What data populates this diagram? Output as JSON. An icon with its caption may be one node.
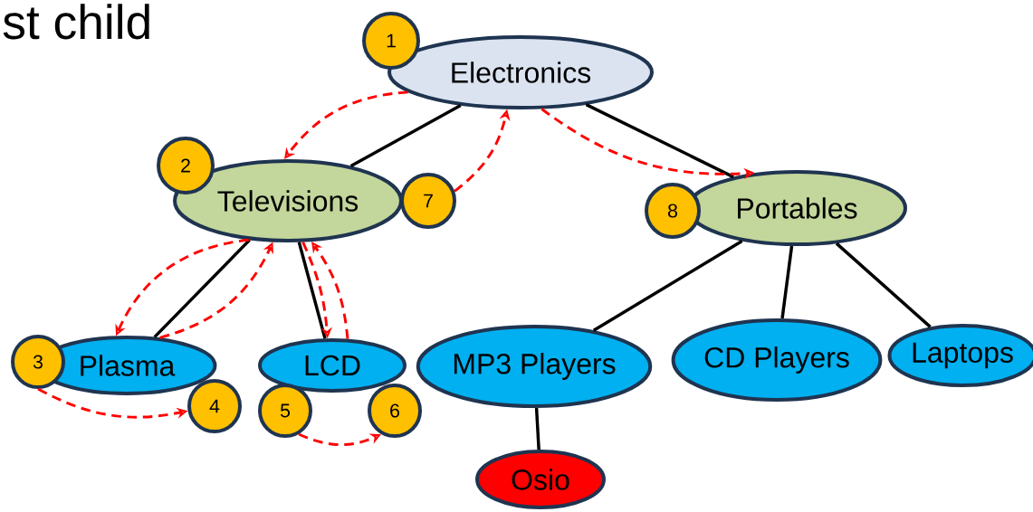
{
  "diagram": {
    "nodes": [
      {
        "text": [
          "Electronics"
        ]
      },
      {
        "text": [
          "Televisions"
        ]
      },
      {
        "text": [
          "Portables"
        ]
      },
      {
        "text": [
          "Plasma"
        ]
      },
      {
        "text": [
          "LCD"
        ]
      },
      {
        "text": [
          "MP3 Players"
        ]
      },
      {
        "text": [
          "CD Players"
        ]
      },
      {
        "text": [
          "Laptops"
        ]
      },
      {
        "text": [
          "Osio"
        ]
      },
      {
        "text": [
          "1"
        ]
      },
      {
        "text": [
          "2"
        ]
      },
      {
        "text": [
          "3"
        ]
      },
      {
        "text": [
          "4"
        ]
      },
      {
        "text": [
          "5"
        ]
      },
      {
        "text": [
          "6"
        ]
      },
      {
        "text": [
          "7"
        ]
      },
      {
        "text": [
          "8"
        ]
      }
    ],
    "edges": [
      {
        "from": 0,
        "to": 1,
        "arrow": "none",
        "color": "#000000"
      },
      {
        "from": 0,
        "to": 2,
        "arrow": "none",
        "color": "#000000"
      },
      {
        "from": 1,
        "to": 3,
        "arrow": "none",
        "color": "#000000"
      },
      {
        "from": 1,
        "to": 4,
        "arrow": "none",
        "color": "#000000"
      },
      {
        "from": 2,
        "to": 5,
        "arrow": "none",
        "color": "#000000"
      },
      {
        "from": 2,
        "to": 6,
        "arrow": "none",
        "color": "#000000"
      },
      {
        "from": 2,
        "to": 7,
        "arrow": "none",
        "color": "#000000"
      },
      {
        "from": 5,
        "to": 8,
        "arrow": "none",
        "color": "#000000"
      },
      {
        "from": 0,
        "to": 1,
        "arrow": "to",
        "style": "dashed"
      },
      {
        "from": 1,
        "to": 3,
        "arrow": "to",
        "style": "dashed"
      },
      {
        "from": 11,
        "to": 12,
        "arrow": "to",
        "style": "dashed"
      },
      {
        "from": 3,
        "to": 1,
        "arrow": "to",
        "style": "dashed"
      },
      {
        "from": 1,
        "to": 4,
        "arrow": "to",
        "style": "dashed"
      },
      {
        "from": 13,
        "to": 14,
        "arrow": "to",
        "style": "dashed"
      },
      {
        "from": 4,
        "to": 1,
        "arrow": "to",
        "style": "dashed"
      },
      {
        "from": 15,
        "to": 0,
        "arrow": "to",
        "style": "dashed"
      },
      {
        "from": 0,
        "to": 2,
        "arrow": "to",
        "style": "dashed"
      }
    ],
    "labels": [
      "st child"
    ]
  }
}
